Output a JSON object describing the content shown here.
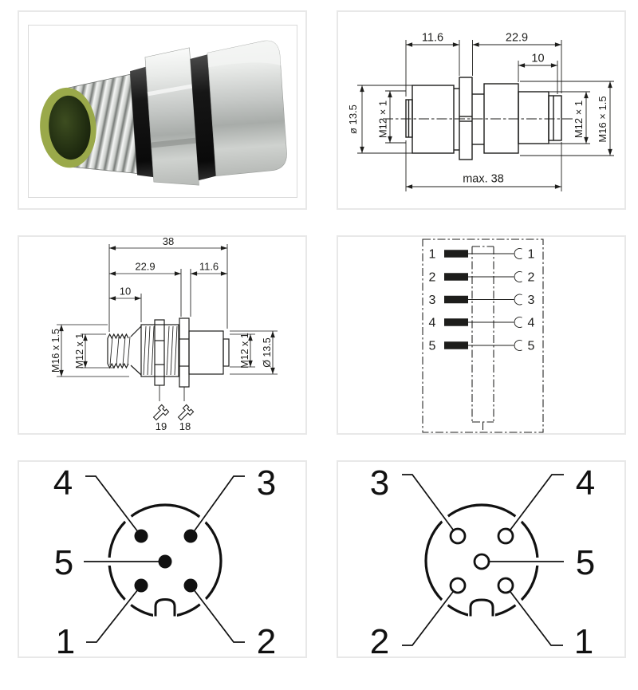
{
  "colors": {
    "line": "#1d1d1b",
    "panel_border": "#e8e8e8",
    "pin_fill": "#111111",
    "photo_ring_green": "#9aa94a",
    "photo_core_dark": "#141b0c",
    "photo_metal_light": "#f4f5f4",
    "photo_metal_mid": "#a8aca9",
    "photo_seal_black": "#141414"
  },
  "side_view": {
    "dim_top_left": "11.6",
    "dim_top_right": "22.9",
    "dim_thread": "10",
    "dia_left": "ø 13.5",
    "thread_left": "M12 × 1",
    "thread_right": "M12 × 1",
    "thread_mount": "M16 × 1.5",
    "dim_total": "max. 38"
  },
  "front_view": {
    "dim_total": "38",
    "dim_left": "22.9",
    "dim_right": "11.6",
    "dim_thread": "10",
    "thread_mount": "M16 x 1.5",
    "thread_left": "M12 x 1",
    "thread_right": "M12 x 1",
    "dia_right": "Ø 13.5",
    "wrench_size_left": "19",
    "wrench_size_right": "18"
  },
  "wiring": {
    "left_pins": [
      "1",
      "2",
      "3",
      "4",
      "5"
    ],
    "right_pins": [
      "1",
      "2",
      "3",
      "4",
      "5"
    ]
  },
  "pinout_male": {
    "top_left": "4",
    "top_right": "3",
    "middle": "5",
    "bottom_left": "1",
    "bottom_right": "2"
  },
  "pinout_female": {
    "top_left": "3",
    "top_right": "4",
    "middle": "5",
    "bottom_left": "2",
    "bottom_right": "1"
  }
}
